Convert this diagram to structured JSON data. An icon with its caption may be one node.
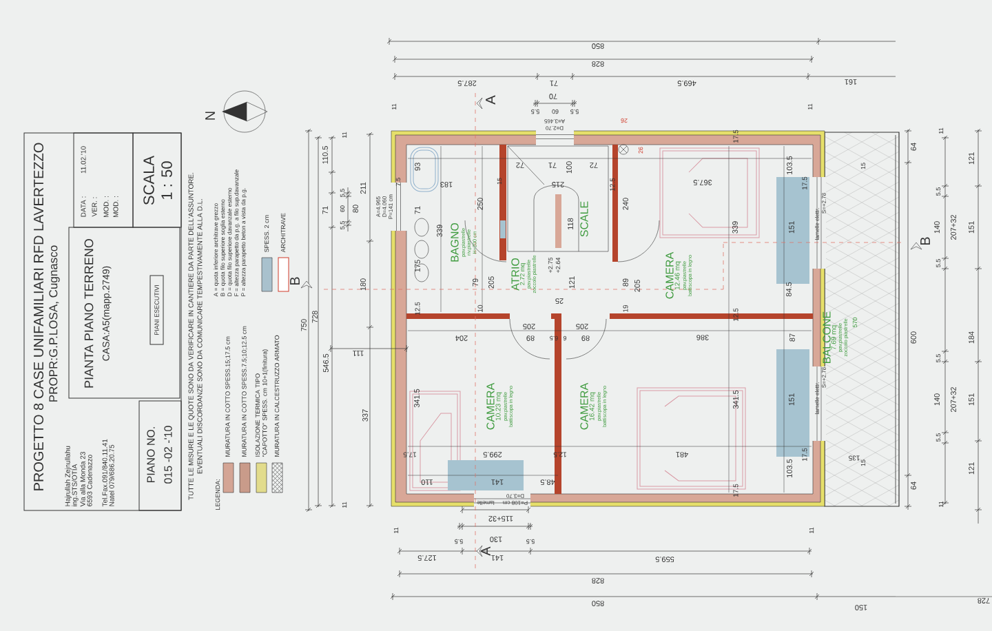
{
  "diagram": {
    "nodes": [
      {
        "text": [
          "PROGETTO 8 CASE UNIFAMILIARI RFD LAVERTEZZO",
          "PROPR:G.P.LOSA, Cugnasco"
        ]
      },
      {
        "text": [
          "DATA :",
          "11.02.'10",
          "VER. :",
          "MOD. :",
          "MOD. :"
        ],
        "in": 0
      },
      {
        "text": [
          "SCALA",
          "1 : 50"
        ],
        "in": 0
      },
      {
        "text": [
          "PIANTA PIANO TERRENO",
          "CASA:A5(mapp.2749)"
        ],
        "in": 0
      },
      {
        "text": [
          "PIANI ESECUTIVI"
        ],
        "in": 3
      },
      {
        "text": [
          "PIANO NO.",
          "015 -02 -'10"
        ],
        "in": 0
      },
      {
        "text": [
          "BAGNO",
          "pav.piastrelle",
          "riv.piastrelle",
          "H=200 cm"
        ]
      },
      {
        "text": [
          "SCALE"
        ]
      },
      {
        "text": [
          "ATRIO",
          "2.72 mq",
          "pav.piastrelle",
          "zoccolo piastrelle"
        ]
      },
      {
        "text": [
          "CAMERA",
          "12.46 mq",
          "pav.piastrelle",
          "battiscopa in legno"
        ]
      },
      {
        "text": [
          "CAMERA",
          "10.23 mq",
          "pav.piastrelle",
          "battiscopa in legno"
        ]
      },
      {
        "text": [
          "CAMERA",
          "16.42 mq",
          "pav.piastrelle",
          "battiscopa in legno"
        ]
      },
      {
        "text": [
          "BALCONE",
          "7.69 mq",
          "pav.piastrelle",
          "zoccolo piastrelle"
        ]
      }
    ],
    "labels": [
      "Hajrullah Zejnullahu",
      "ing.STS/OTIA",
      "Via alla Monda 23",
      "6593 Cadenazzo",
      "Tel.Fax.091/840.11.41",
      "Natel 079/686.20.75",
      "TUTTE LE MISURE E LE QUOTE SONO DA VERIFICARE IN CANTIERE DA PARTE DELL'ASSUNTORE.",
      "EVENTUALI DISCORDANZE SONO DA COMUNICARE TEMPESTIVAMENTE ALLA D.L.",
      "LEGENDA:",
      "A = quota inferiore architrave grezzo",
      "B = quota filo superiore soglia esterno",
      "D = quota filo superiore davanzale esterno",
      "F = altezza parapetto da p.g. a filo sup.davanzale",
      "P = altezza parapetto beton a vista da p.g.",
      "N",
      "750",
      "728",
      "546.5",
      "110.5",
      "71",
      "5.5",
      "60",
      "5.5",
      "80",
      "211",
      "180",
      "111",
      "337",
      "11",
      "11",
      "B",
      "850",
      "828",
      "287.5",
      "71",
      "469.5",
      "161",
      "70",
      "5.5",
      "60",
      "5.5",
      "11",
      "11",
      "A",
      "A=3.465",
      "D=2.70",
      "26",
      "A=4.965",
      "D=4.060",
      "P=141 cm",
      "93",
      "7.5",
      "183",
      "15",
      "71",
      "339",
      "250",
      "175",
      "79",
      "205",
      "10",
      "12.5",
      "72",
      "71",
      "100",
      "72",
      "215",
      "118",
      "+2.75",
      "+2.64",
      "121",
      "25",
      "12.5",
      "240",
      "89",
      "205",
      "19",
      "204",
      "205",
      "89",
      "6.5",
      "6",
      "205",
      "89",
      "341.5",
      "17.5",
      "299.5",
      "12.5",
      "110",
      "141",
      "48.5",
      "lamelle",
      "D=3.70",
      "P=108 cm",
      "115+32",
      "5.5",
      "130",
      "5.5",
      "11",
      "11",
      "127.5",
      "141",
      "559.5",
      "A",
      "828",
      "850",
      "150",
      "17.5",
      "26",
      "367.5",
      "103.5",
      "17.5",
      "339",
      "151",
      "S=+2.78",
      "lamelle elettr.",
      "84.5",
      "12.5",
      "386",
      "87",
      "570",
      "341.5",
      "151",
      "S=+2.78",
      "lamelle elettr.",
      "481",
      "103.5",
      "17.5",
      "17.5",
      "15",
      "15",
      "135",
      "11",
      "64",
      "121",
      "5.5",
      "140",
      "207+32",
      "151",
      "B",
      "5.5",
      "600",
      "184",
      "5.5",
      "140",
      "207+32",
      "151",
      "5.5",
      "121",
      "64",
      "11",
      "728"
    ],
    "legend": [
      {
        "text": "MURATURA IN COTTO SPESS.15;17.5 cm",
        "color": "#d4a595"
      },
      {
        "text": "MURATURA IN COTTO SPESS.7.5;10;12.5 cm",
        "color": "#c99b8a"
      },
      {
        "text": "ISOLAZIONE TERMICA TIPO \"CAPOTTO\" SPESS. cm 10+1(finitura)",
        "color": "#e2dc8c"
      },
      {
        "text": "MURATURA IN CALCESTRUZZO ARMATO"
      },
      {
        "text": "SPESS. 2 cm",
        "color": "#a9c1cd"
      },
      {
        "text": "ARCHITRAVE"
      }
    ]
  }
}
